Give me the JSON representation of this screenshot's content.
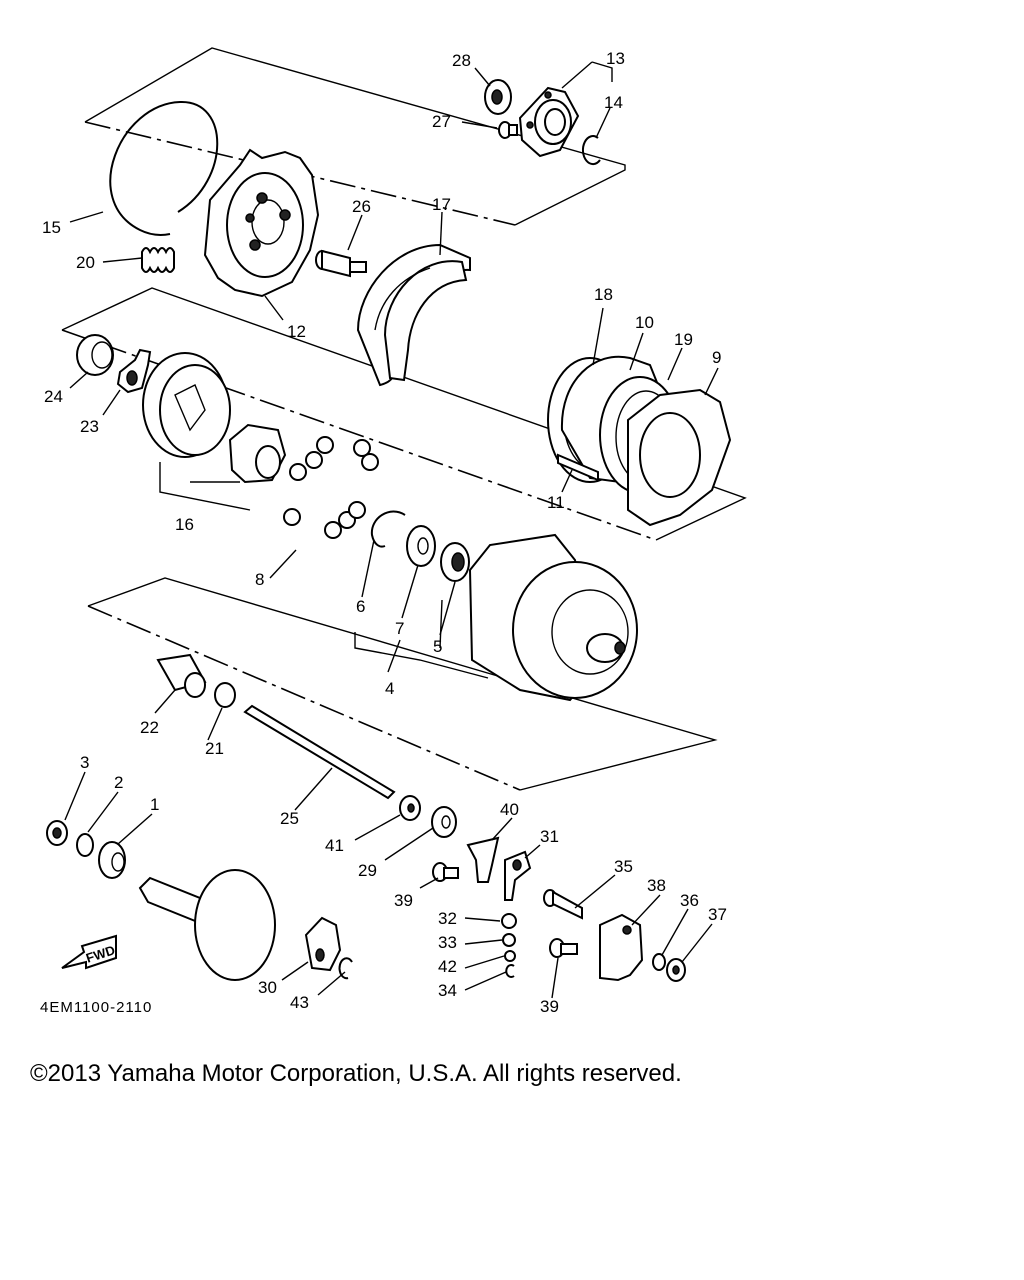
{
  "diagram": {
    "part_code": "4EM1100-2110",
    "fwd_label": "FWD",
    "callouts": [
      {
        "id": "c28",
        "label": "28"
      },
      {
        "id": "c13",
        "label": "13"
      },
      {
        "id": "c14",
        "label": "14"
      },
      {
        "id": "c27",
        "label": "27"
      },
      {
        "id": "c15",
        "label": "15"
      },
      {
        "id": "c20",
        "label": "20"
      },
      {
        "id": "c26",
        "label": "26"
      },
      {
        "id": "c17",
        "label": "17"
      },
      {
        "id": "c12",
        "label": "12"
      },
      {
        "id": "c18",
        "label": "18"
      },
      {
        "id": "c10",
        "label": "10"
      },
      {
        "id": "c19",
        "label": "19"
      },
      {
        "id": "c9",
        "label": "9"
      },
      {
        "id": "c24",
        "label": "24"
      },
      {
        "id": "c23",
        "label": "23"
      },
      {
        "id": "c11",
        "label": "11"
      },
      {
        "id": "c16",
        "label": "16"
      },
      {
        "id": "c8",
        "label": "8"
      },
      {
        "id": "c6",
        "label": "6"
      },
      {
        "id": "c7",
        "label": "7"
      },
      {
        "id": "c5",
        "label": "5"
      },
      {
        "id": "c4",
        "label": "4"
      },
      {
        "id": "c22",
        "label": "22"
      },
      {
        "id": "c21",
        "label": "21"
      },
      {
        "id": "c3",
        "label": "3"
      },
      {
        "id": "c2",
        "label": "2"
      },
      {
        "id": "c1",
        "label": "1"
      },
      {
        "id": "c25",
        "label": "25"
      },
      {
        "id": "c40",
        "label": "40"
      },
      {
        "id": "c31",
        "label": "31"
      },
      {
        "id": "c41",
        "label": "41"
      },
      {
        "id": "c29",
        "label": "29"
      },
      {
        "id": "c35",
        "label": "35"
      },
      {
        "id": "c38",
        "label": "38"
      },
      {
        "id": "c36",
        "label": "36"
      },
      {
        "id": "c37",
        "label": "37"
      },
      {
        "id": "c39a",
        "label": "39"
      },
      {
        "id": "c32",
        "label": "32"
      },
      {
        "id": "c33",
        "label": "33"
      },
      {
        "id": "c42",
        "label": "42"
      },
      {
        "id": "c34",
        "label": "34"
      },
      {
        "id": "c30",
        "label": "30"
      },
      {
        "id": "c43",
        "label": "43"
      },
      {
        "id": "c39b",
        "label": "39"
      }
    ]
  },
  "copyright": "©2013 Yamaha Motor Corporation, U.S.A. All rights reserved."
}
